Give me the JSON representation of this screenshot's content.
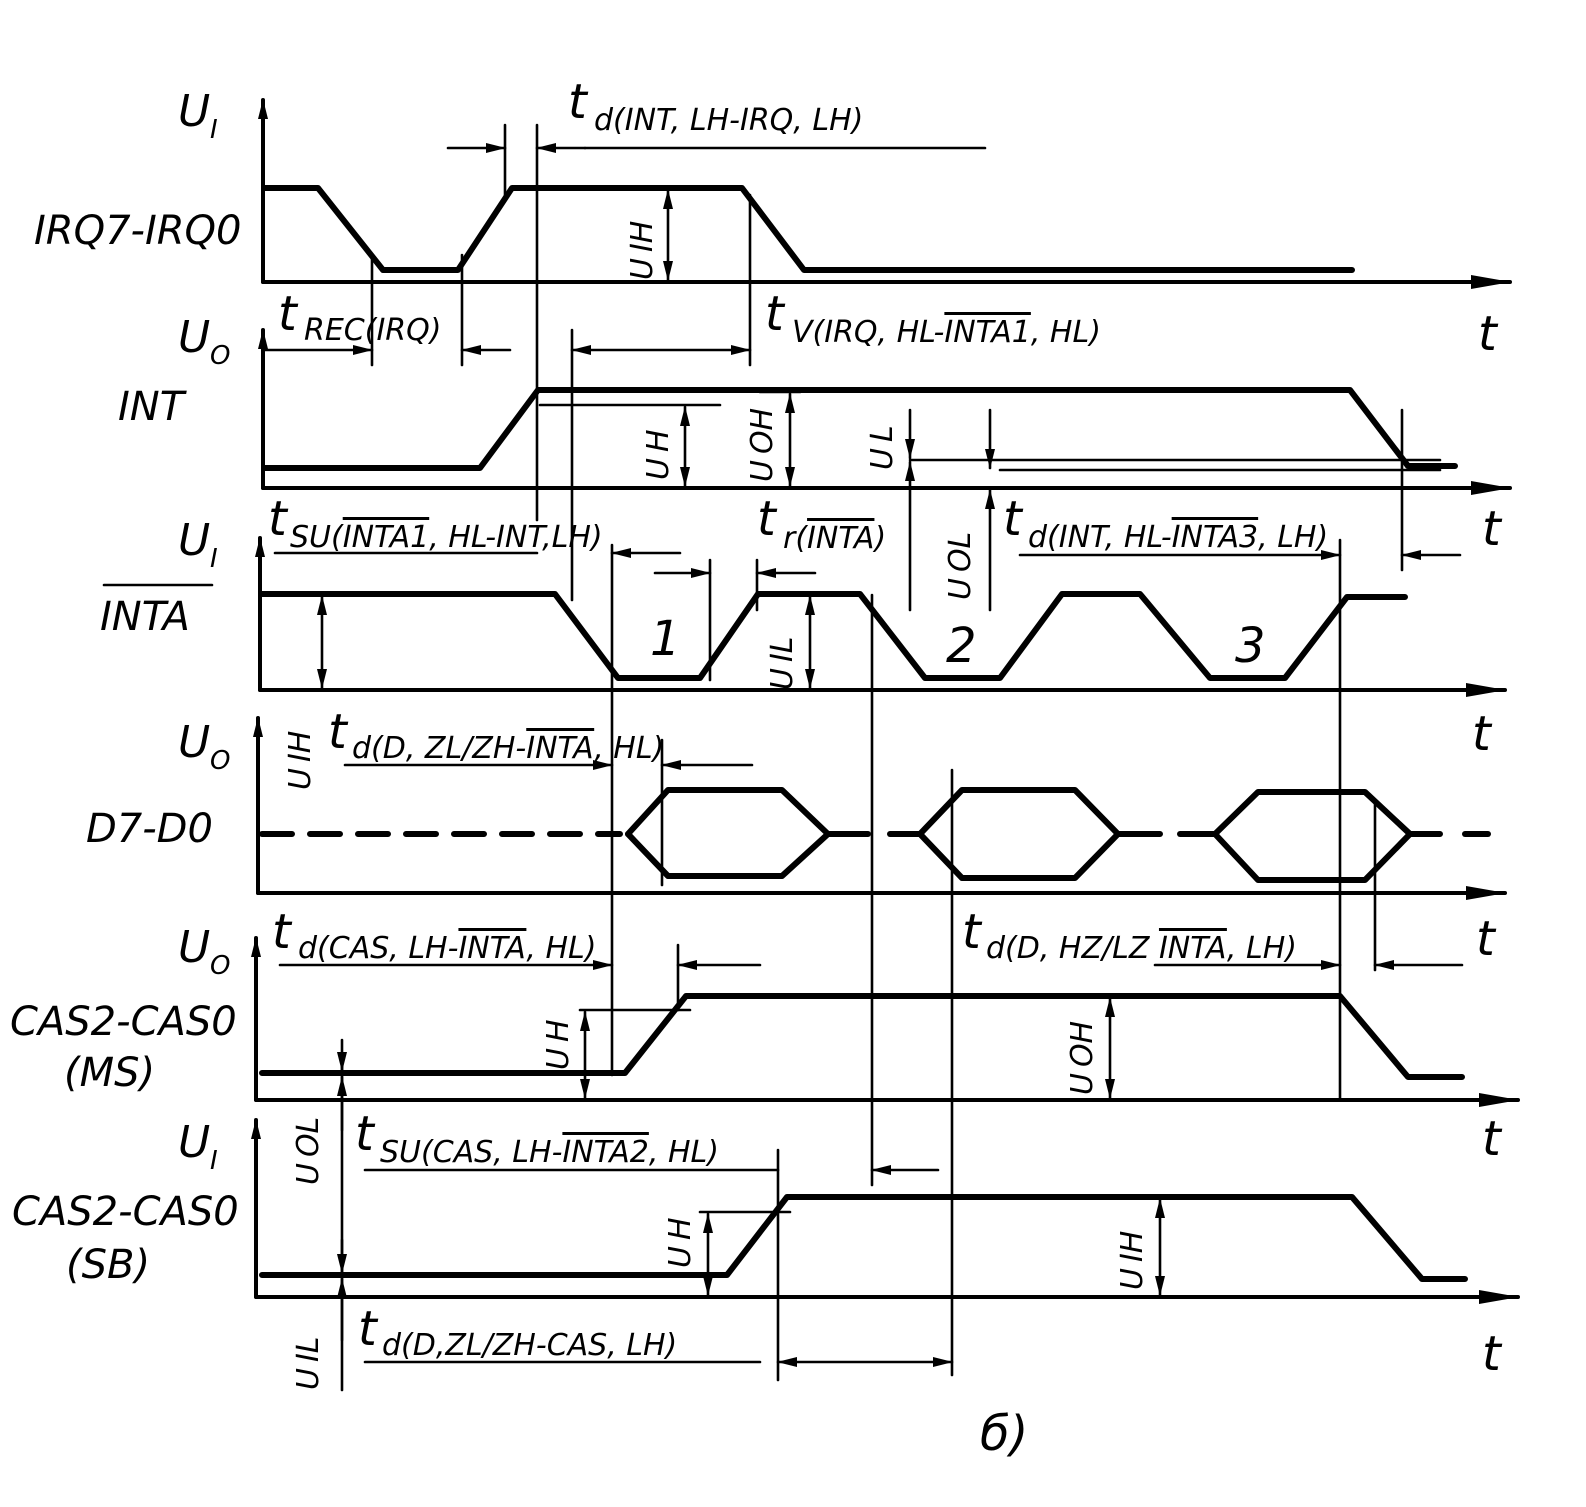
{
  "signals": [
    {
      "name": "IRQ7-IRQ0",
      "axis_symbol": "U",
      "axis_sub": "I"
    },
    {
      "name": "INT",
      "axis_symbol": "U",
      "axis_sub": "O"
    },
    {
      "name": "INTA",
      "axis_symbol": "U",
      "axis_sub": "I"
    },
    {
      "name": "D7-D0",
      "axis_symbol": "U",
      "axis_sub": "O"
    },
    {
      "name_line1": "CAS2-CAS0",
      "name_line2": "(MS)",
      "axis_symbol": "U",
      "axis_sub": "O"
    },
    {
      "name_line1": "CAS2-CAS0",
      "name_line2": "(SB)",
      "axis_symbol": "U",
      "axis_sub": "I"
    }
  ],
  "time_axis_label": "t",
  "pulse_numbers": [
    "1",
    "2",
    "3"
  ],
  "timing_labels": {
    "td_int_irq": {
      "main": "t",
      "sub": "d(INT, LH-IRQ, LH)"
    },
    "trec_irq": {
      "main": "t",
      "sub": "REC(IRQ)"
    },
    "tv_irq_inta1": {
      "main": "t",
      "sub_a": "V(IRQ, HL-",
      "sub_over": "INTA1",
      "sub_b": ", HL)"
    },
    "tsu_inta1_int": {
      "main": "t",
      "sub_a": "SU(",
      "sub_over": "INTA1",
      "sub_b": ", HL-INT,LH)"
    },
    "tr_inta": {
      "main": "t",
      "sub_a": "r(",
      "sub_over": "INTA",
      "sub_b": ")"
    },
    "td_int_inta3": {
      "main": "t",
      "sub_a": "d(INT, HL-",
      "sub_over": "INTA3",
      "sub_b": ", LH)"
    },
    "td_d_inta_hl": {
      "main": "t",
      "sub_a": "d(D, ZL/ZH-",
      "sub_over": "INTA",
      "sub_b": ", HL)"
    },
    "td_cas_inta": {
      "main": "t",
      "sub_a": "d(CAS, LH-",
      "sub_over": "INTA",
      "sub_b": ", HL)"
    },
    "td_d_hz_inta": {
      "main": "t",
      "sub_a": "d(D, HZ/LZ ",
      "sub_over": "INTA",
      "sub_b": ", LH)"
    },
    "tsu_cas_inta2": {
      "main": "t",
      "sub_a": "SU(CAS, LH-",
      "sub_over": "INTA2",
      "sub_b": ", HL)"
    },
    "td_d_cas": {
      "main": "t",
      "sub": "d(D,ZL/ZH-CAS, LH)"
    }
  },
  "level_labels": {
    "uih": "U IH",
    "uh": "U H",
    "uoh": "U OH",
    "ul": "U L",
    "uol": "U OL",
    "uil": "U IL"
  },
  "caption": "б)"
}
